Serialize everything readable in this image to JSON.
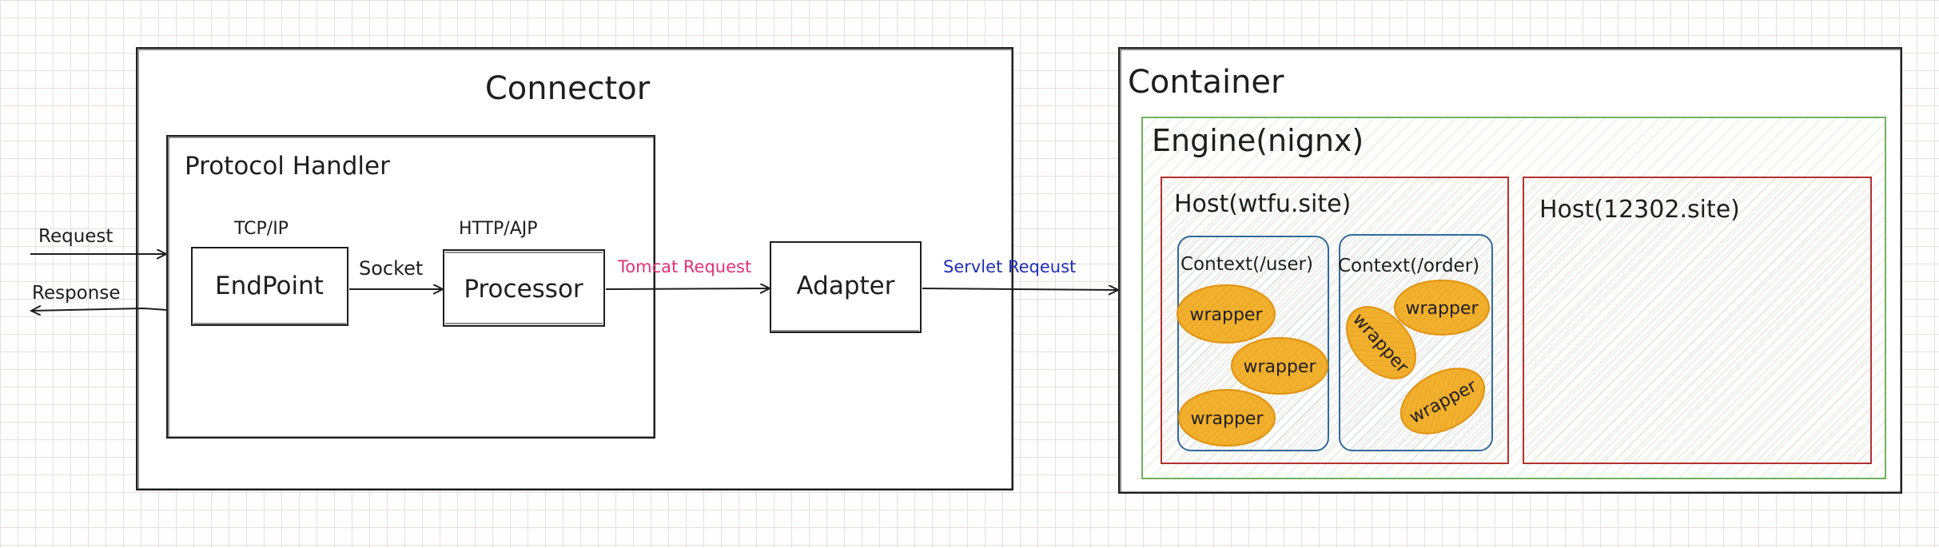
{
  "connector": {
    "title": "Connector",
    "protocol_handler": {
      "title": "Protocol Handler",
      "endpoint": {
        "label": "EndPoint",
        "protocol": "TCP/IP"
      },
      "processor": {
        "label": "Processor",
        "protocol": "HTTP/AJP"
      },
      "socket_label": "Socket"
    },
    "adapter": {
      "label": "Adapter"
    }
  },
  "edges": {
    "request": "Request",
    "response": "Response",
    "tomcat_request": "Tomcat Request",
    "servlet_request": "Servlet Reqeust"
  },
  "container": {
    "title": "Container",
    "engine": {
      "title": "Engine(nignx)",
      "host_1": {
        "title": "Host(wtfu.site)",
        "context_1": {
          "title": "Context(/user)",
          "wrappers": [
            "wrapper",
            "wrapper",
            "wrapper"
          ]
        },
        "context_2": {
          "title": "Context(/order)",
          "wrappers": [
            "wrapper",
            "wrapper",
            "wrapper"
          ]
        }
      },
      "host_2": {
        "title": "Host(12302.site)"
      }
    }
  },
  "colors": {
    "stroke": "#1e1e1e",
    "tomcat_request": "#e03177",
    "servlet_request": "#1c2fb5",
    "engine_border": "#71b05f",
    "host_border": "#b2322f",
    "context_border": "#2f6a9c",
    "wrapper_fill": "#f1b02e"
  }
}
